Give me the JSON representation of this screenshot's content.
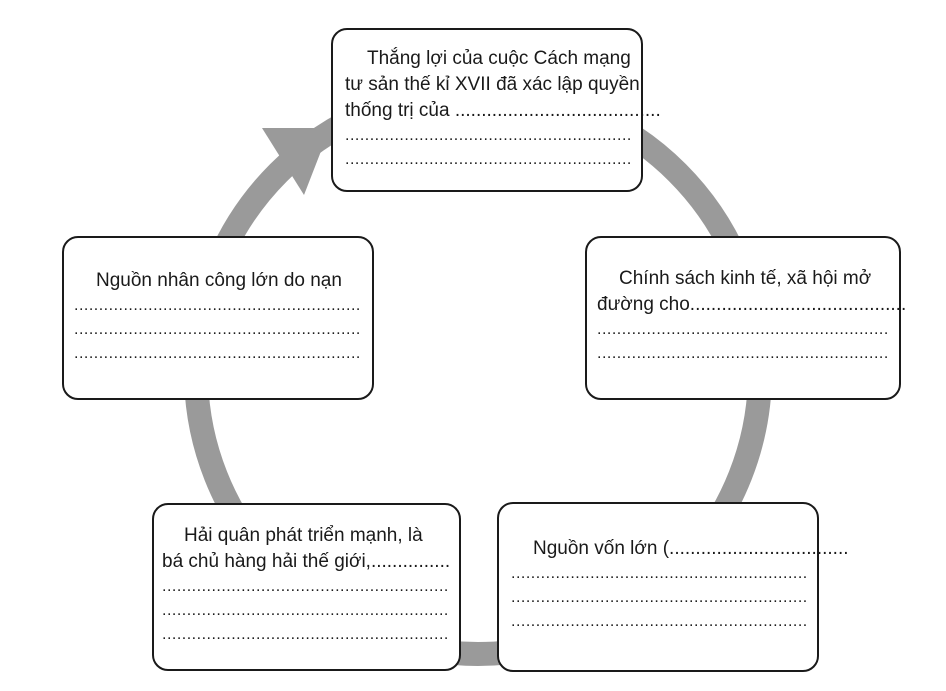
{
  "boxes": {
    "top": {
      "lines": [
        "Thắng lợi của cuộc Cách mạng",
        "tư sản thế kỉ XVII đã xác lập quyền",
        "thống trị của ......................................."
      ],
      "dot_lines": [
        "..........................................................................",
        ".........................................................................."
      ]
    },
    "right": {
      "lines": [
        "Chính sách kinh tế, xã hội mở",
        "đường cho........................................."
      ],
      "dot_lines": [
        "..........................................................................",
        ".........................................................................."
      ]
    },
    "bottom_right": {
      "lines": [
        "Nguồn vốn lớn (.................................."
      ],
      "dot_lines": [
        "..........................................................................",
        "..........................................................................",
        "...........................................................................)."
      ]
    },
    "bottom_left": {
      "lines": [
        "Hải quân phát triển mạnh, là",
        "bá chủ hàng hải thế giới,..............."
      ],
      "dot_lines": [
        "..........................................................................",
        "..........................................................................",
        ".........................................................................."
      ]
    },
    "left": {
      "lines": [
        "Nguồn nhân công lớn do nạn"
      ],
      "dot_lines": [
        "..........................................................................",
        "..........................................................................",
        ".........................................................................."
      ]
    }
  },
  "colors": {
    "ring": "#9a9a9a",
    "border": "#1a1a1a"
  }
}
